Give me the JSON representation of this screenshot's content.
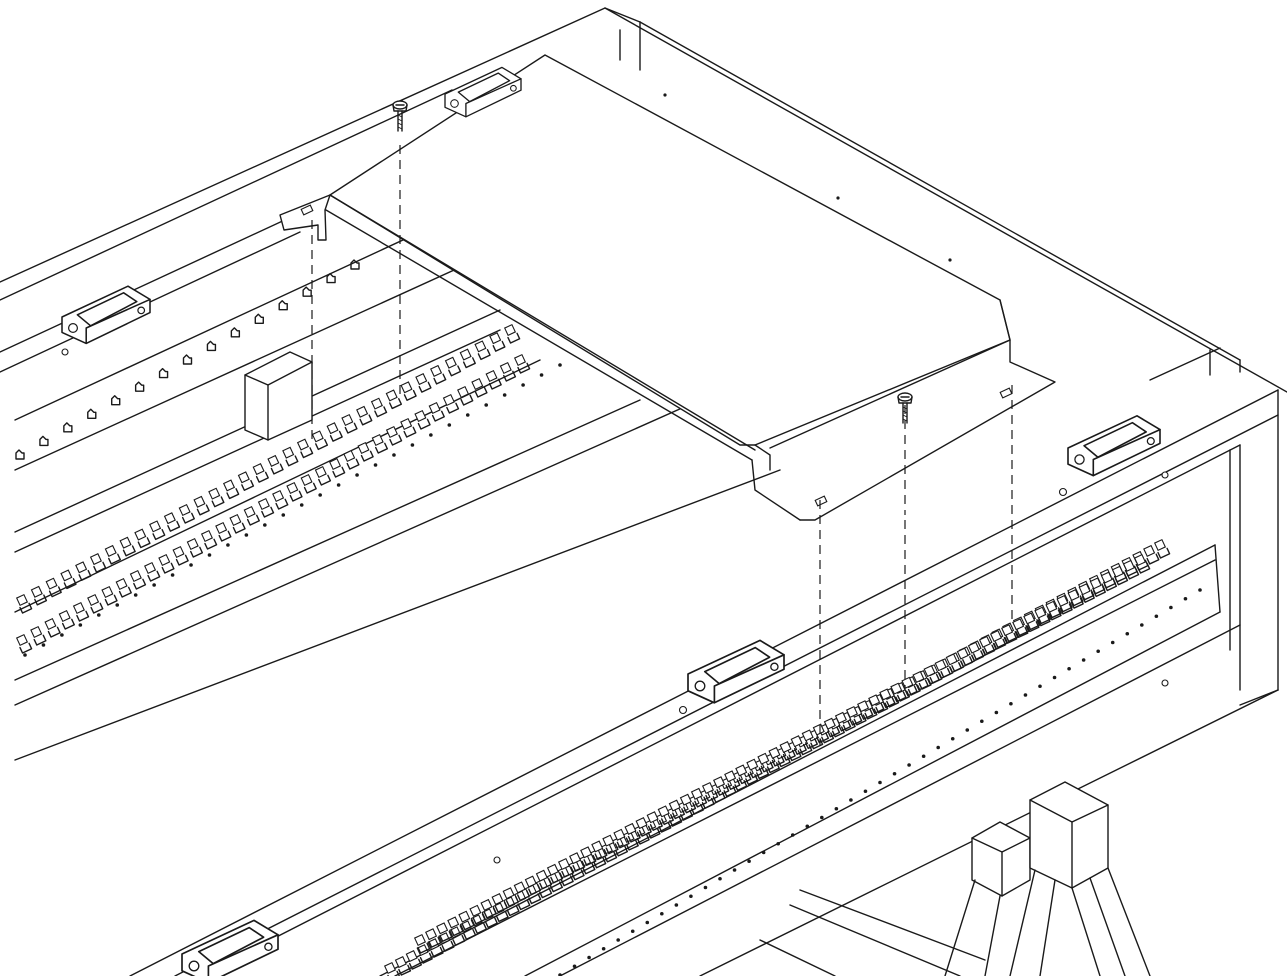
{
  "diagram": {
    "kind": "exploded-isometric-assembly-view",
    "components": [
      {
        "id": "frame",
        "icon": "frame-rails"
      },
      {
        "id": "cover-plate",
        "icon": "cover-plate-bracket"
      },
      {
        "id": "screw-left",
        "icon": "screw-icon"
      },
      {
        "id": "screw-right",
        "icon": "screw-icon"
      },
      {
        "id": "latch-clips",
        "icon": "latch-clip-icon"
      },
      {
        "id": "rail-front-teeth",
        "icon": "tooth-rail"
      },
      {
        "id": "rail-back-teeth",
        "icon": "tooth-rail"
      },
      {
        "id": "support-stand",
        "icon": "trestle-stand"
      }
    ],
    "colors": {
      "line": "#1a1a1a",
      "background": "#ffffff"
    }
  }
}
